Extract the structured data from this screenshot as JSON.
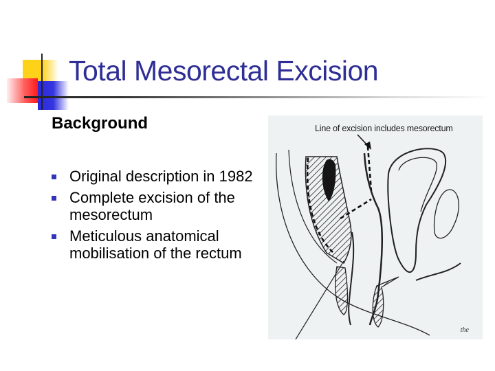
{
  "slide": {
    "title": "Total Mesorectal Excision",
    "section_heading": "Background",
    "bullets": [
      "Original description in 1982",
      "Complete excision of the mesorectum",
      "Meticulous anatomical mobilisation of the rectum"
    ],
    "figure": {
      "caption": "Line of excision includes mesorectum",
      "signature": "the"
    },
    "colors": {
      "title": "#2e2e96",
      "bullet": "#3333bb",
      "accent_yellow": "#ffd21a",
      "accent_red": "#ff1a1a",
      "accent_blue": "#2a2adc"
    }
  }
}
